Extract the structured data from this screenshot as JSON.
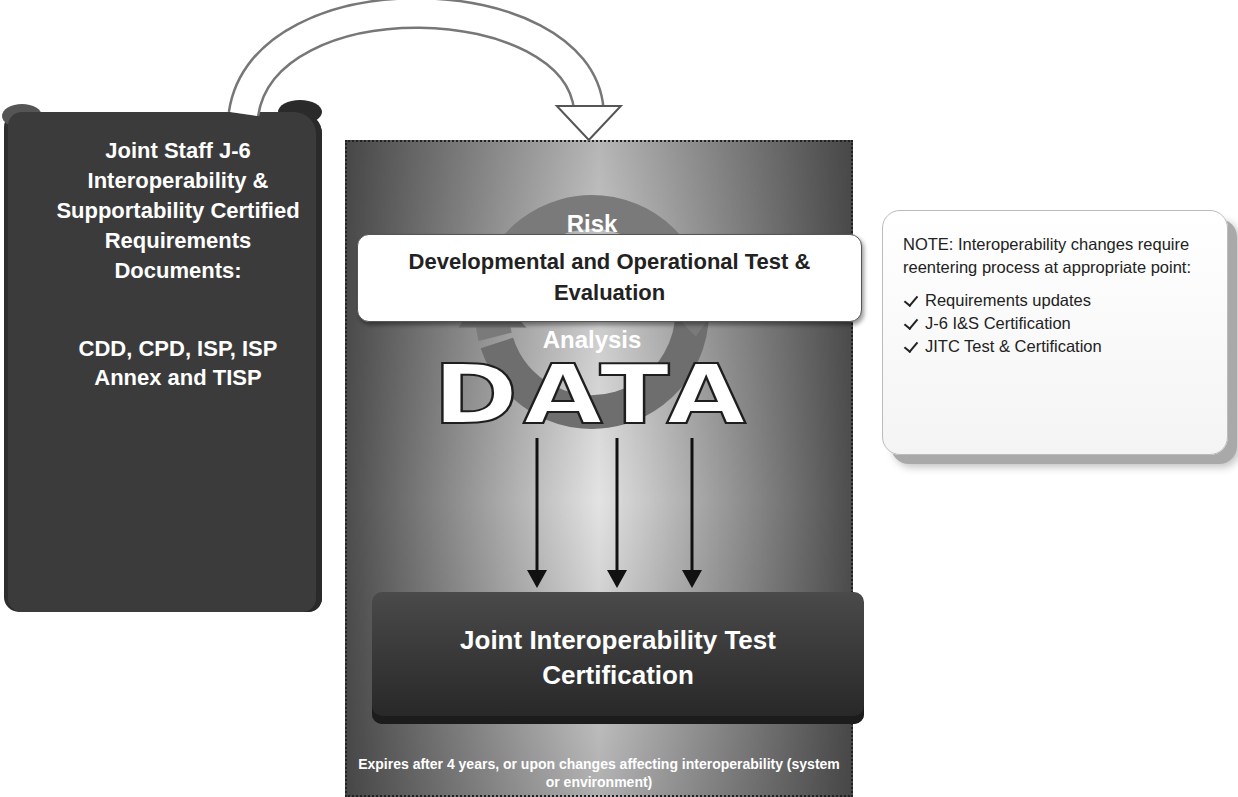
{
  "diagram": {
    "nodes": [
      {
        "text": [
          "Joint Staff J-6 Interoperability & Supportability Certified Requirements Documents:",
          "CDD, CPD, ISP, ISP Annex and TISP"
        ]
      },
      {
        "text": [
          "Expires after 4 years, or upon changes affecting interoperability (system or environment)"
        ]
      },
      {
        "text": [
          "Developmental and Operational Test & Evaluation"
        ],
        "in": 1
      },
      {
        "text": [
          "Joint Interoperability Test Certification"
        ],
        "in": 1
      },
      {
        "text": [
          "NOTE: Interoperability changes require reentering process at appropriate point:",
          "Requirements updates",
          "J-6 I&S Certification",
          "JITC Test & Certification"
        ]
      }
    ],
    "edges": [
      {
        "from": 0,
        "to": 1,
        "arrow": "to"
      }
    ],
    "labels": [
      "Risk",
      "Analysis",
      "DATA"
    ]
  }
}
